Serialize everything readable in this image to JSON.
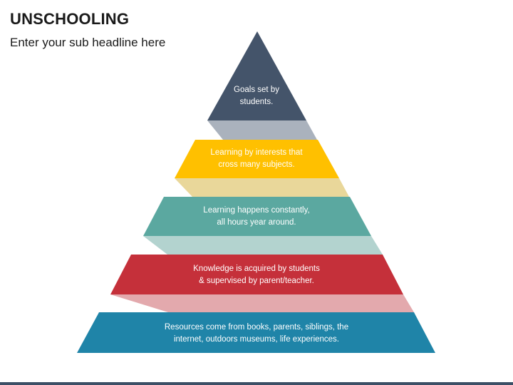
{
  "header": {
    "title": "UNSCHOOLING",
    "subtitle": "Enter your sub headline here"
  },
  "pyramid": {
    "tiers": [
      {
        "text": "Goals set by\nstudents.",
        "color": "#44546a",
        "shadow": "#aab2bd"
      },
      {
        "text": "Learning by interests that\ncross many subjects.",
        "color": "#ffc000",
        "shadow": "#e9d79a"
      },
      {
        "text": "Learning happens constantly,\nall hours year around.",
        "color": "#5ba8a0",
        "shadow": "#b3d3cf"
      },
      {
        "text": "Knowledge is acquired by students\n& supervised by parent/teacher.",
        "color": "#c5303a",
        "shadow": "#e3a9ad"
      },
      {
        "text": "Resources come from books, parents, siblings, the\ninternet, outdoors museums, life experiences.",
        "color": "#1f84a8",
        "shadow": "#9ccbd9"
      }
    ]
  },
  "footer": {
    "bar_color": "#3c4f66"
  }
}
